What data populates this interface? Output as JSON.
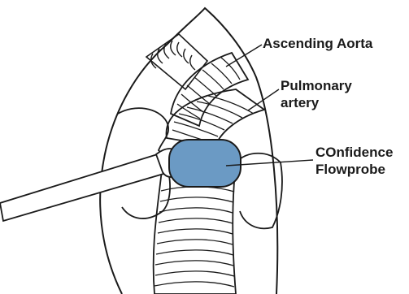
{
  "labels": {
    "ascending_aorta": "Ascending Aorta",
    "pulmonary_artery_line1": "Pulmonary",
    "pulmonary_artery_line2": "artery",
    "probe_line1": "COnfidence",
    "probe_line2": "Flowprobe"
  },
  "colors": {
    "outline": "#1a1a1a",
    "probe_fill": "#6b9ac4",
    "background": "#ffffff"
  }
}
